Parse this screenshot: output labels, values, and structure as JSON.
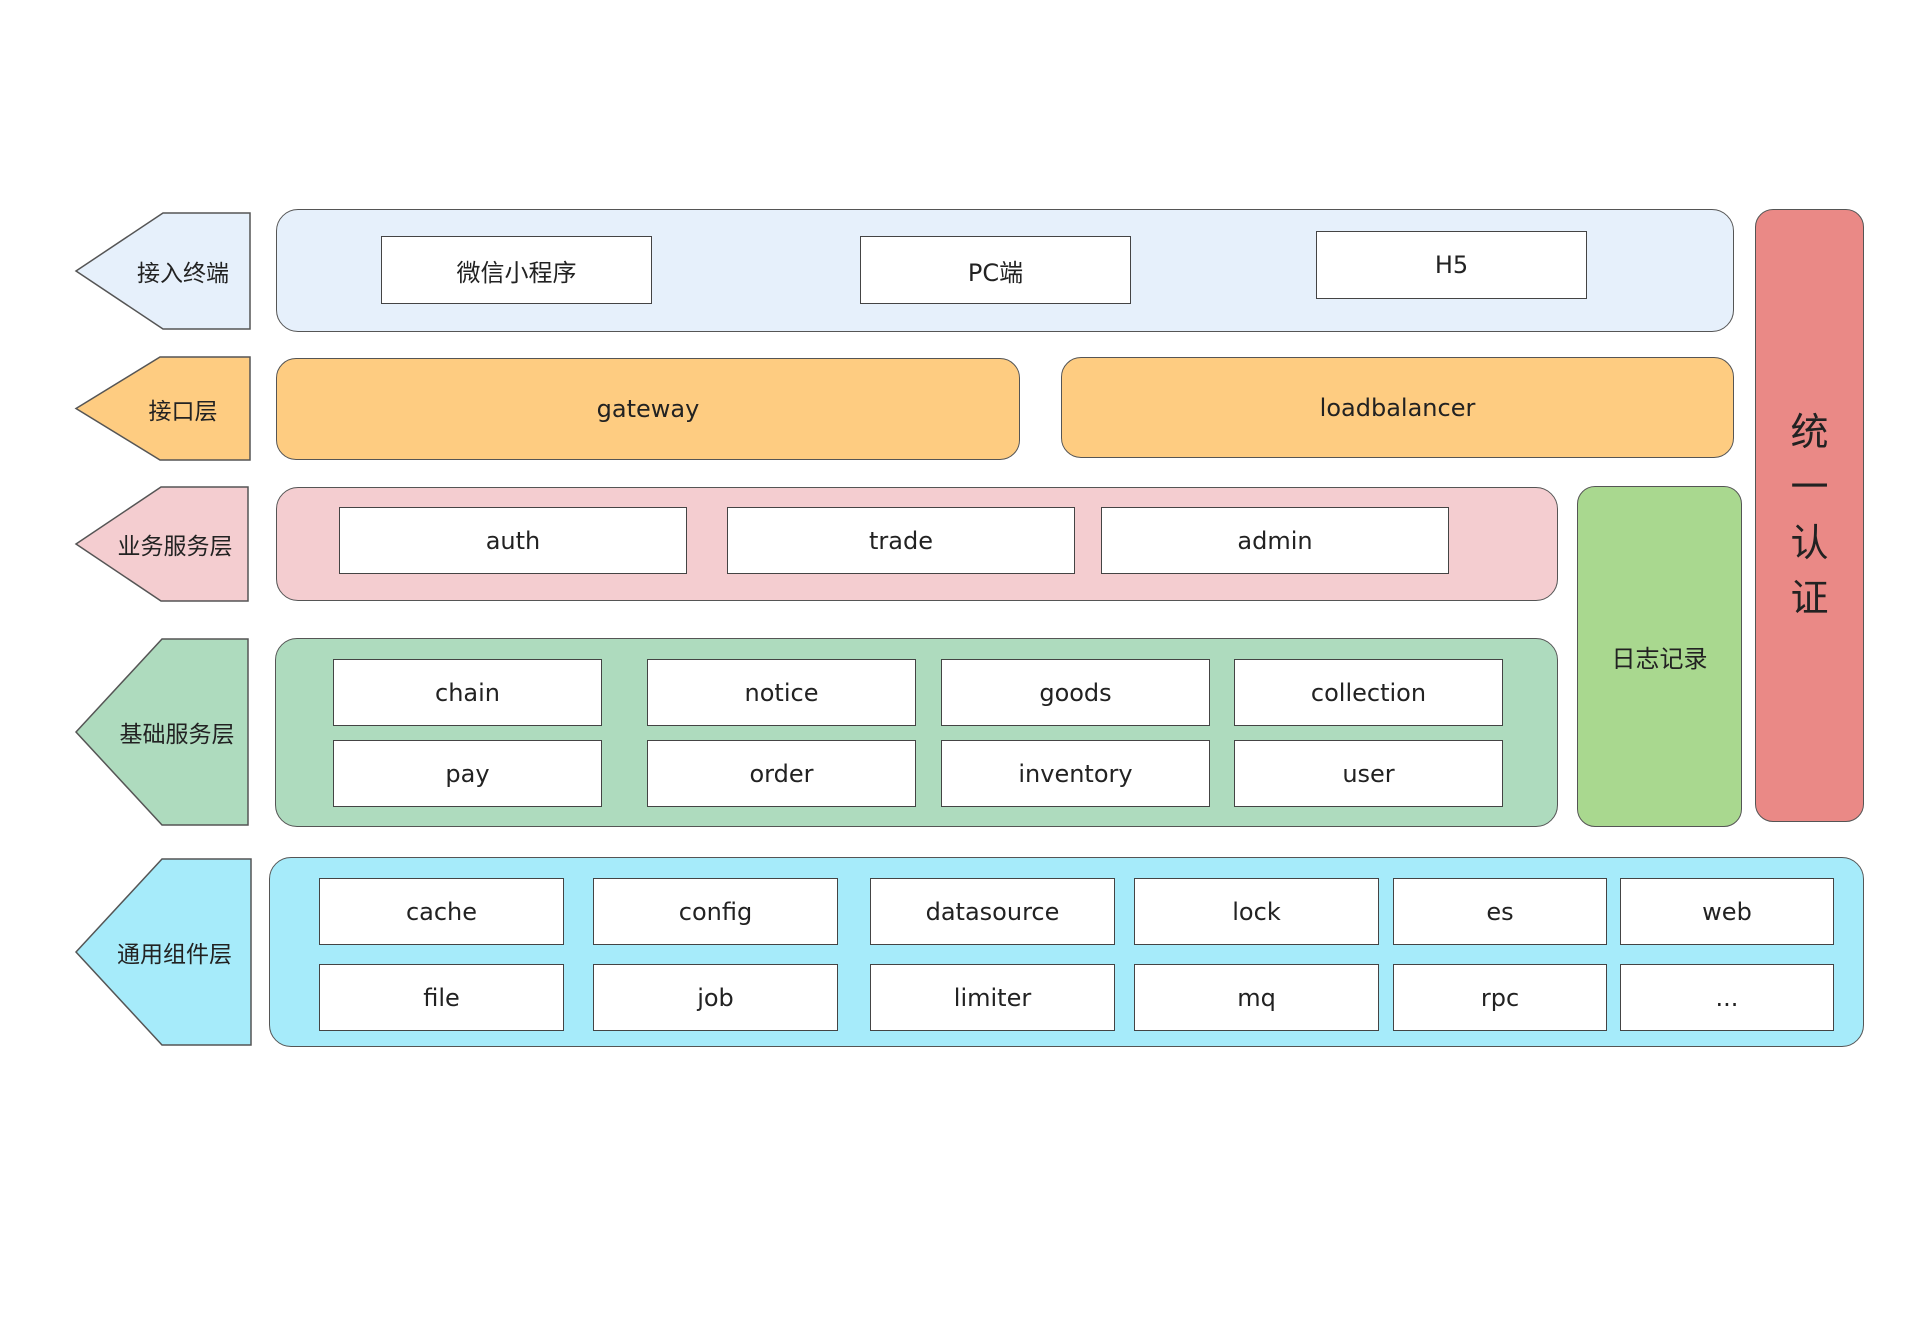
{
  "colors": {
    "terminal": "#e6f0fb",
    "interface": "#fecc81",
    "business": "#f4cdd0",
    "base": "#aedbbe",
    "common": "#a6ebfa",
    "log": "#a9d88f",
    "auth": "#ea8986",
    "border": "#555555"
  },
  "layers": {
    "terminal": {
      "label": "接入终端",
      "items": [
        "微信小程序",
        "PC端",
        "H5"
      ]
    },
    "interface": {
      "label": "接口层",
      "items": [
        "gateway",
        "loadbalancer"
      ]
    },
    "business": {
      "label": "业务服务层",
      "items": [
        "auth",
        "trade",
        "admin"
      ]
    },
    "base": {
      "label": "基础服务层",
      "items": [
        "chain",
        "notice",
        "goods",
        "collection",
        "pay",
        "order",
        "inventory",
        "user"
      ]
    },
    "common": {
      "label": "通用组件层",
      "items": [
        "cache",
        "config",
        "datasource",
        "lock",
        "es",
        "web",
        "file",
        "job",
        "limiter",
        "mq",
        "rpc",
        "..."
      ]
    }
  },
  "side": {
    "log": "日志记录",
    "auth_chars": [
      "统",
      "一",
      "认",
      "证"
    ]
  }
}
